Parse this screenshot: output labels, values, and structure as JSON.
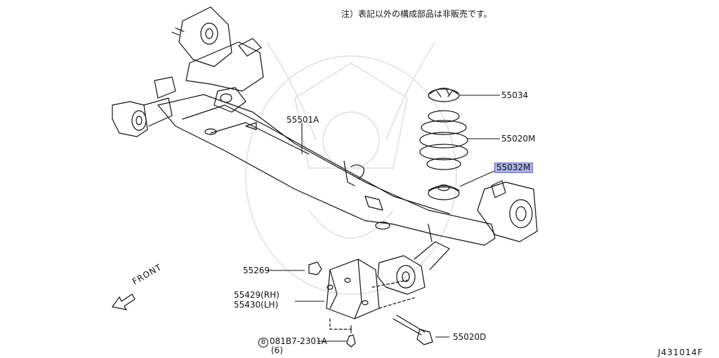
{
  "note": "注）表記以外の構成部品は非販売です。",
  "diagram_code": "J431014F",
  "front_label": "FRONT",
  "parts": {
    "p55034": "55034",
    "p55020m": "55020M",
    "p55032m": "55032M",
    "p55501a": "55501A",
    "p55269": "55269",
    "p55429": "55429(RH)",
    "p55430": "55430(LH)",
    "bolt_marker": "B",
    "p081b7": "081B7-2301A",
    "p081b7_qty": "(6)",
    "p55020d": "55020D"
  },
  "colors": {
    "highlight": "#aab2e6",
    "line": "#111111",
    "watermark": "#e6e6e6"
  }
}
